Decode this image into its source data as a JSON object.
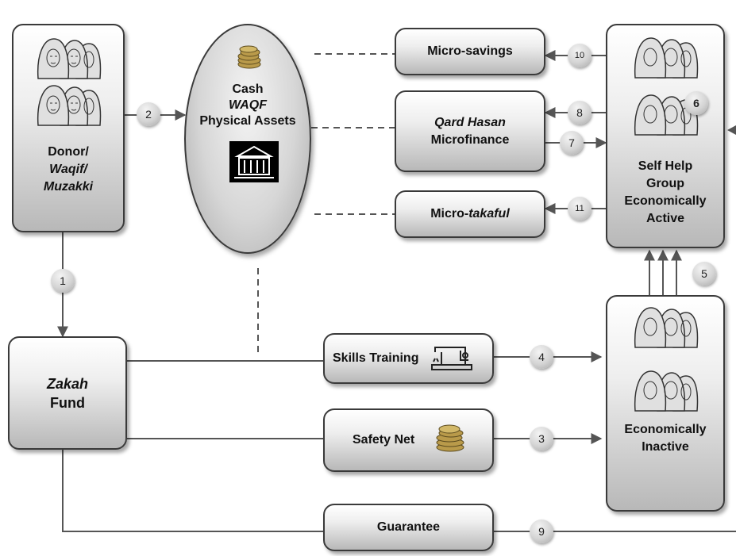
{
  "donor": {
    "line1": "Donor/",
    "line2": "Waqif/",
    "line3": "Muzakki"
  },
  "waqf": {
    "line1": "Cash",
    "line2": "WAQF",
    "line3": "Physical Assets"
  },
  "micro_savings": {
    "label": "Micro-savings"
  },
  "qard_hasan": {
    "line1": "Qard Hasan",
    "line2": "Microfinance"
  },
  "micro_takaful": {
    "prefix": "Micro-",
    "italic": "takaful"
  },
  "shg_active": {
    "line1": "Self Help",
    "line2": "Group",
    "line3": "Economically",
    "line4": "Active"
  },
  "zakah": {
    "line1": "Zakah",
    "line2": "Fund"
  },
  "skills_training": {
    "label": "Skills Training"
  },
  "safety_net": {
    "label": "Safety Net"
  },
  "guarantee": {
    "label": "Guarantee"
  },
  "inactive": {
    "line1": "Economically",
    "line2": "Inactive"
  },
  "steps": {
    "s1": "1",
    "s2": "2",
    "s3": "3",
    "s4": "4",
    "s5": "5",
    "s6": "6",
    "s7": "7",
    "s8": "8",
    "s9": "9",
    "s10": "10",
    "s11": "11"
  },
  "icons": {
    "people": "women-group-icon",
    "coins": "coin-stack-icon",
    "building": "building-icon",
    "sewing": "sewing-machine-icon"
  }
}
